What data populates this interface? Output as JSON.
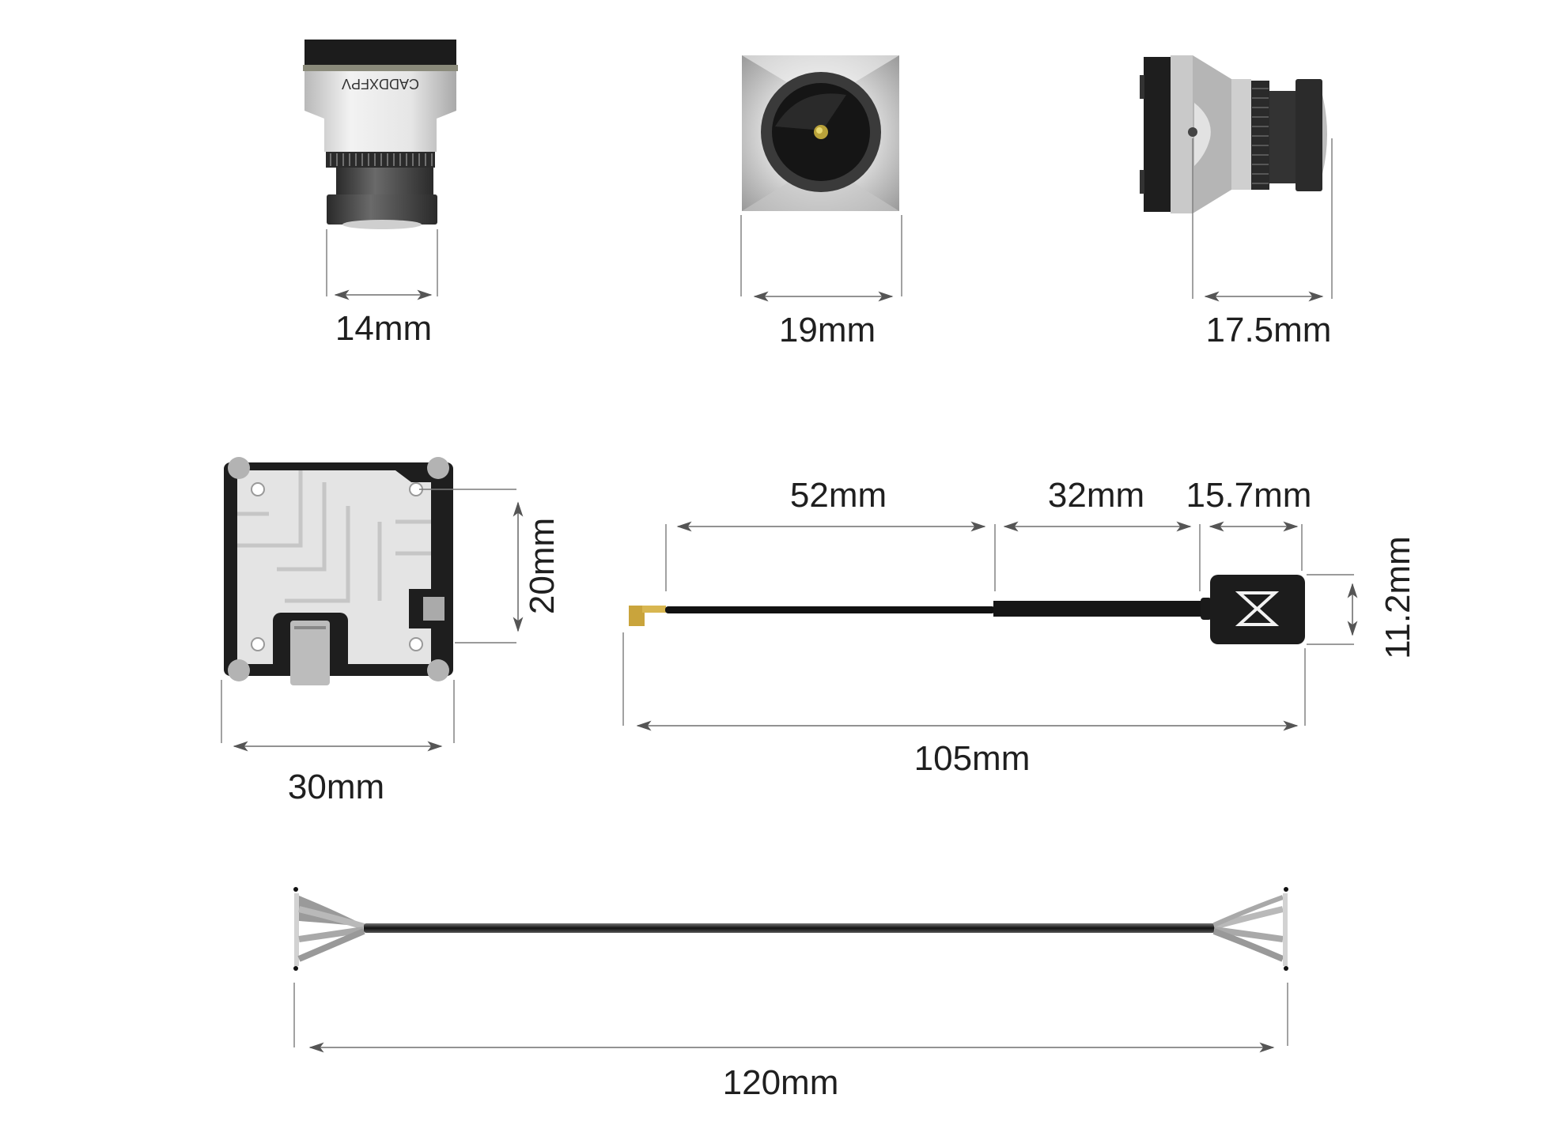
{
  "camera": {
    "brand_text": "CADDXFPV",
    "dimensions": {
      "lens_diameter": "14mm",
      "front_width": "19mm",
      "length": "17.5mm"
    }
  },
  "vtx": {
    "dimensions": {
      "width": "30mm",
      "mount_hole_spacing": "20mm"
    }
  },
  "antenna": {
    "logo": "sigma-logo",
    "dimensions": {
      "thin_cable": "52mm",
      "thick_cable": "32mm",
      "cap_length": "15.7mm",
      "cap_diameter": "11.2mm",
      "total_length": "105mm"
    }
  },
  "cable": {
    "dimensions": {
      "total_length": "120mm"
    }
  },
  "colors": {
    "text": "#1f1f1f",
    "dimension_line": "#6f6f6f",
    "silver": "#d9d9d9",
    "black_part": "#1c1c1c",
    "gold_connector": "#c9a43c"
  }
}
